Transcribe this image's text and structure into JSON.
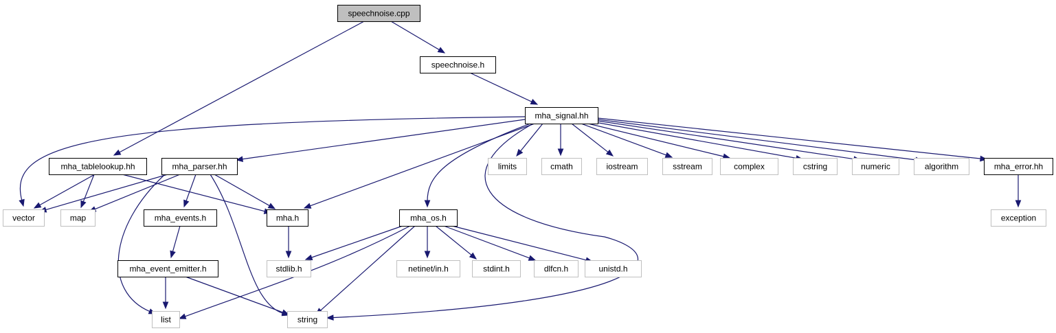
{
  "graph": {
    "edge_color": "#191970",
    "root_fill": "#bfbfbf",
    "project_border": "#000000",
    "external_border": "#bfbfbf",
    "nodes": [
      {
        "id": "speechnoise_cpp",
        "label": "speechnoise.cpp",
        "kind": "root"
      },
      {
        "id": "speechnoise_h",
        "label": "speechnoise.h",
        "kind": "project"
      },
      {
        "id": "mha_signal",
        "label": "mha_signal.hh",
        "kind": "project"
      },
      {
        "id": "mha_tablelookup",
        "label": "mha_tablelookup.hh",
        "kind": "project"
      },
      {
        "id": "mha_parser",
        "label": "mha_parser.hh",
        "kind": "project"
      },
      {
        "id": "limits",
        "label": "limits",
        "kind": "external"
      },
      {
        "id": "cmath",
        "label": "cmath",
        "kind": "external"
      },
      {
        "id": "iostream",
        "label": "iostream",
        "kind": "external"
      },
      {
        "id": "sstream",
        "label": "sstream",
        "kind": "external"
      },
      {
        "id": "complex",
        "label": "complex",
        "kind": "external"
      },
      {
        "id": "cstring",
        "label": "cstring",
        "kind": "external"
      },
      {
        "id": "numeric",
        "label": "numeric",
        "kind": "external"
      },
      {
        "id": "algorithm",
        "label": "algorithm",
        "kind": "external"
      },
      {
        "id": "mha_error",
        "label": "mha_error.hh",
        "kind": "project"
      },
      {
        "id": "vector",
        "label": "vector",
        "kind": "external"
      },
      {
        "id": "map",
        "label": "map",
        "kind": "external"
      },
      {
        "id": "mha_events",
        "label": "mha_events.h",
        "kind": "project"
      },
      {
        "id": "mha_h",
        "label": "mha.h",
        "kind": "project"
      },
      {
        "id": "mha_os",
        "label": "mha_os.h",
        "kind": "project"
      },
      {
        "id": "exception",
        "label": "exception",
        "kind": "external"
      },
      {
        "id": "mha_event_emitter",
        "label": "mha_event_emitter.h",
        "kind": "project"
      },
      {
        "id": "stdlib",
        "label": "stdlib.h",
        "kind": "external"
      },
      {
        "id": "netinet",
        "label": "netinet/in.h",
        "kind": "external"
      },
      {
        "id": "stdint",
        "label": "stdint.h",
        "kind": "external"
      },
      {
        "id": "dlfcn",
        "label": "dlfcn.h",
        "kind": "external"
      },
      {
        "id": "unistd",
        "label": "unistd.h",
        "kind": "external"
      },
      {
        "id": "list",
        "label": "list",
        "kind": "external"
      },
      {
        "id": "string",
        "label": "string",
        "kind": "external"
      }
    ],
    "edges": [
      {
        "from": "speechnoise_cpp",
        "to": "speechnoise_h"
      },
      {
        "from": "speechnoise_cpp",
        "to": "mha_tablelookup"
      },
      {
        "from": "speechnoise_h",
        "to": "mha_signal"
      },
      {
        "from": "mha_signal",
        "to": "vector"
      },
      {
        "from": "mha_signal",
        "to": "mha_parser"
      },
      {
        "from": "mha_signal",
        "to": "mha_h"
      },
      {
        "from": "mha_signal",
        "to": "mha_os"
      },
      {
        "from": "mha_signal",
        "to": "string"
      },
      {
        "from": "mha_signal",
        "to": "limits"
      },
      {
        "from": "mha_signal",
        "to": "cmath"
      },
      {
        "from": "mha_signal",
        "to": "iostream"
      },
      {
        "from": "mha_signal",
        "to": "sstream"
      },
      {
        "from": "mha_signal",
        "to": "complex"
      },
      {
        "from": "mha_signal",
        "to": "cstring"
      },
      {
        "from": "mha_signal",
        "to": "numeric"
      },
      {
        "from": "mha_signal",
        "to": "algorithm"
      },
      {
        "from": "mha_signal",
        "to": "mha_error"
      },
      {
        "from": "mha_tablelookup",
        "to": "vector"
      },
      {
        "from": "mha_tablelookup",
        "to": "map"
      },
      {
        "from": "mha_tablelookup",
        "to": "mha_h"
      },
      {
        "from": "mha_parser",
        "to": "vector"
      },
      {
        "from": "mha_parser",
        "to": "map"
      },
      {
        "from": "mha_parser",
        "to": "mha_events"
      },
      {
        "from": "mha_parser",
        "to": "mha_h"
      },
      {
        "from": "mha_parser",
        "to": "list"
      },
      {
        "from": "mha_parser",
        "to": "string"
      },
      {
        "from": "mha_error",
        "to": "exception"
      },
      {
        "from": "mha_events",
        "to": "mha_event_emitter"
      },
      {
        "from": "mha_event_emitter",
        "to": "list"
      },
      {
        "from": "mha_event_emitter",
        "to": "string"
      },
      {
        "from": "mha_h",
        "to": "stdlib"
      },
      {
        "from": "mha_os",
        "to": "stdlib"
      },
      {
        "from": "mha_os",
        "to": "netinet"
      },
      {
        "from": "mha_os",
        "to": "stdint"
      },
      {
        "from": "mha_os",
        "to": "dlfcn"
      },
      {
        "from": "mha_os",
        "to": "unistd"
      },
      {
        "from": "mha_os",
        "to": "list"
      },
      {
        "from": "mha_os",
        "to": "string"
      }
    ]
  }
}
